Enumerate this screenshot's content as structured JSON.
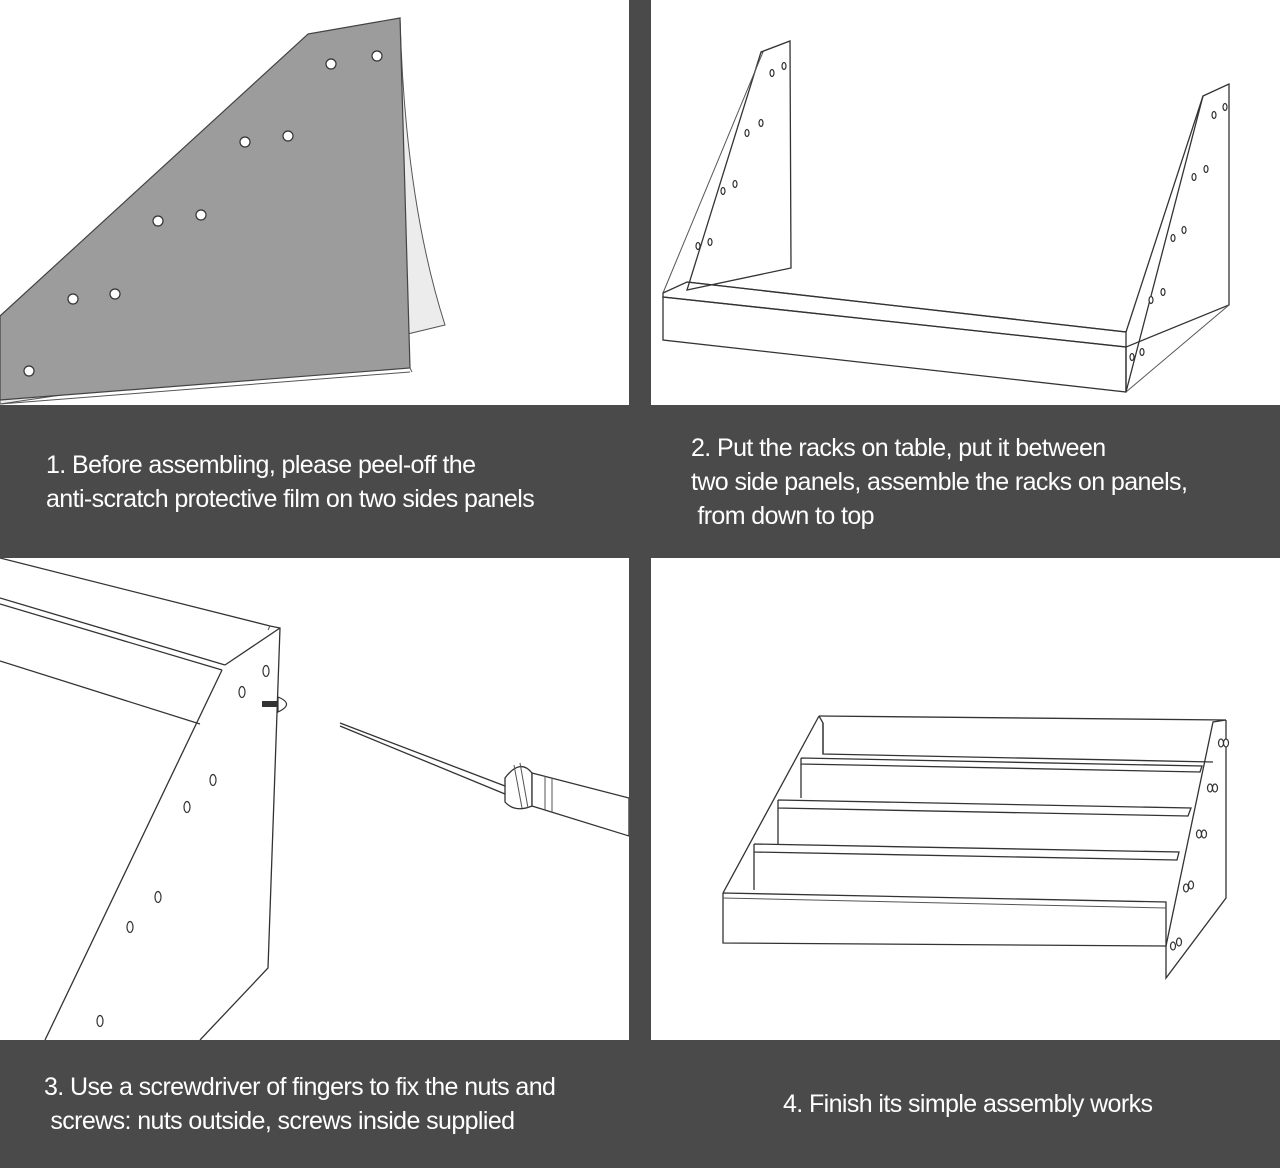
{
  "steps": [
    {
      "lines": [
        "1. Before assembling, please peel-off the",
        "anti-scratch protective film on two sides panels"
      ]
    },
    {
      "lines": [
        "2. Put the racks on table, put it between",
        "two side panels, assemble the racks on panels,",
        " from down to top"
      ]
    },
    {
      "lines": [
        "3. Use a screwdriver of fingers to fix the nuts and",
        " screws: nuts outside, screws inside supplied"
      ]
    },
    {
      "lines": [
        "4. Finish its simple assembly works"
      ]
    }
  ]
}
